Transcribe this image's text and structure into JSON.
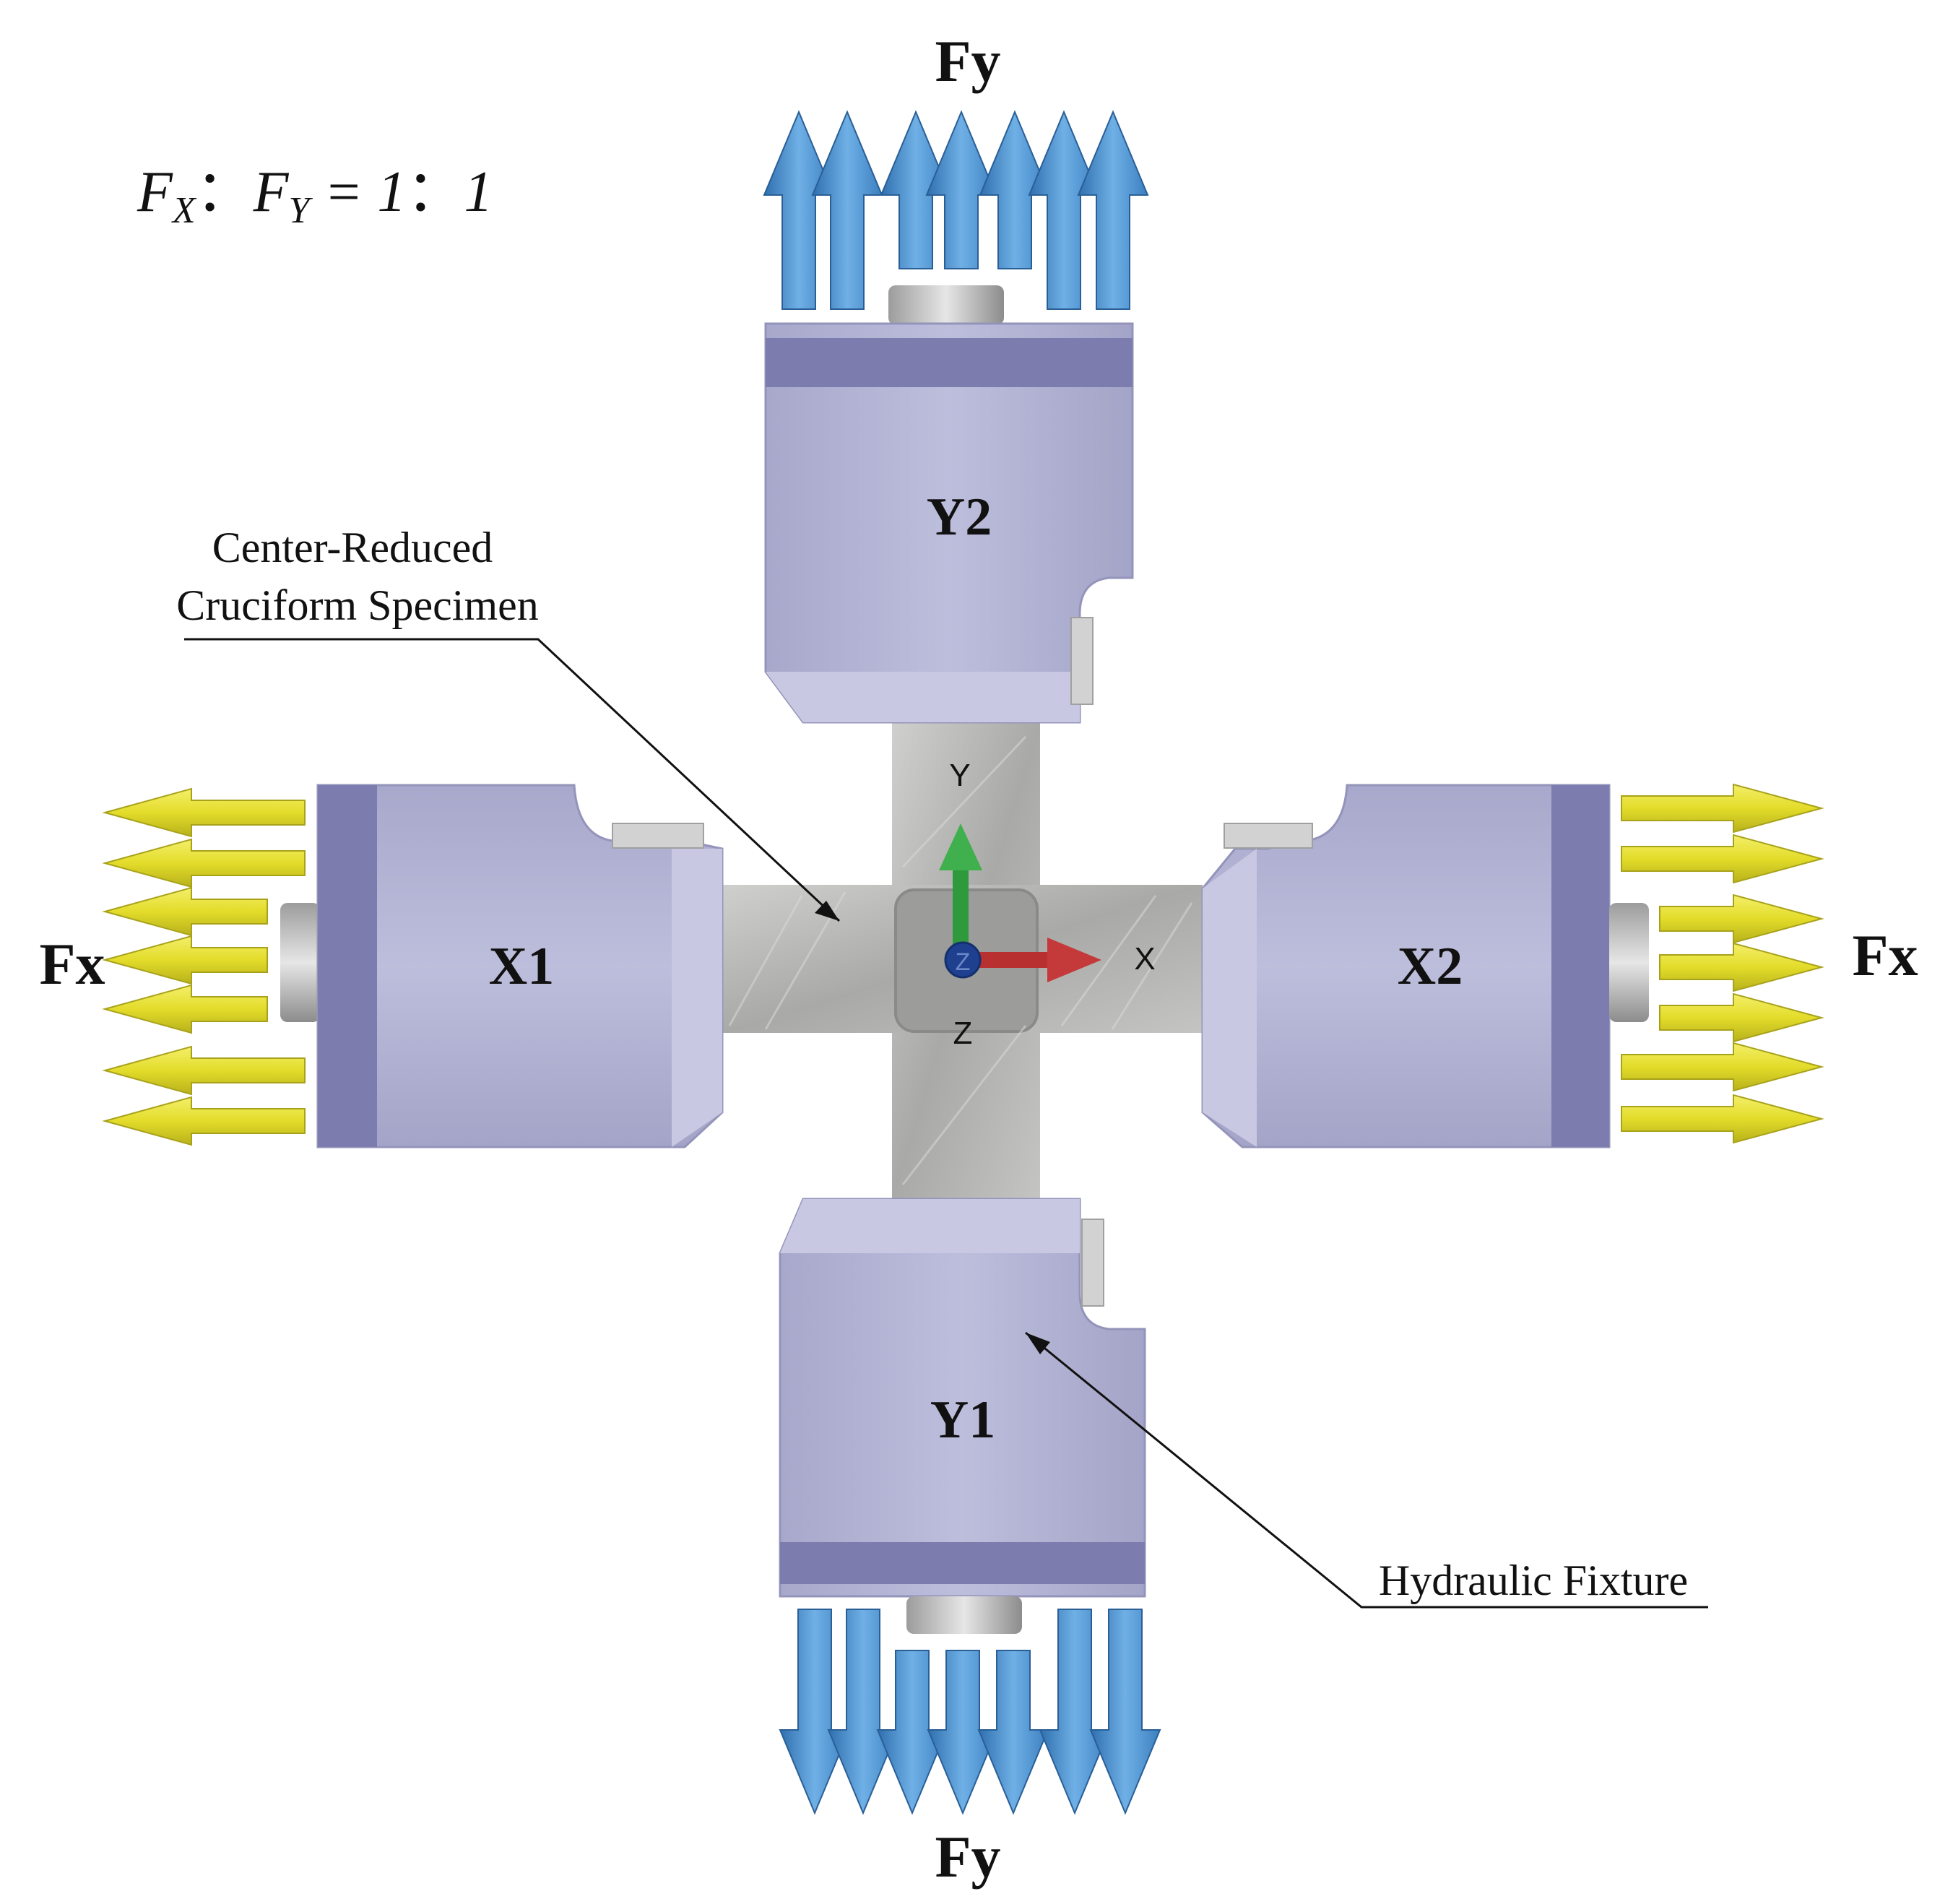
{
  "ratio": {
    "f1": "F",
    "sub1": "X",
    "colon1": "：",
    "f2": "F",
    "sub2": "Y",
    "equals": " = 1",
    "colon2": "：",
    "tail": "1"
  },
  "labels": {
    "fy_top": "Fy",
    "fy_bottom": "Fy",
    "fx_left": "Fx",
    "fx_right": "Fx",
    "y2": "Y2",
    "y1": "Y1",
    "x1": "X1",
    "x2": "X2",
    "specimen_line1": "Center-Reduced",
    "specimen_line2": "Cruciform Specimen",
    "fixture": "Hydraulic Fixture"
  },
  "axes": {
    "x": "X",
    "y": "Y",
    "z": "Z",
    "z_small": "Z"
  },
  "colors": {
    "fixture": "#b3b3d6",
    "fixture_band": "#7c7cae",
    "specimen": "#b6b6b4",
    "arrow_y": "#4b8fcd",
    "arrow_x": "#e6e03a",
    "axis_x": "#b83030",
    "axis_y": "#2e9a3c",
    "axis_z": "#1f3f8f"
  }
}
